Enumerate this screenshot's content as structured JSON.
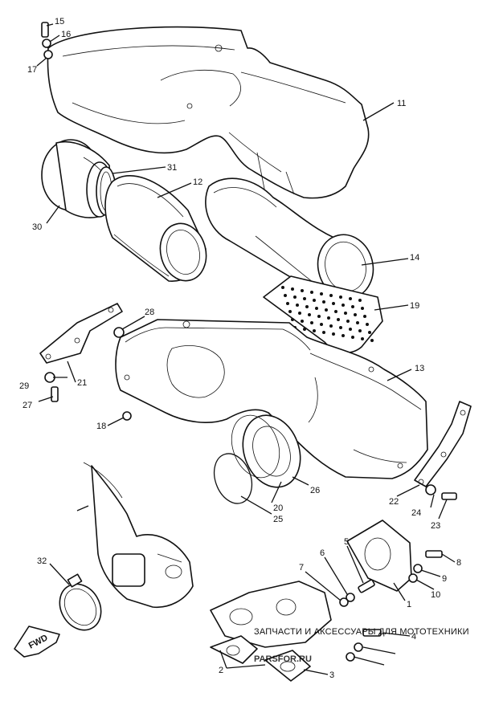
{
  "diagram": {
    "callouts": [
      "1",
      "2",
      "3",
      "4",
      "5",
      "6",
      "7",
      "8",
      "9",
      "10",
      "11",
      "12",
      "13",
      "14",
      "15",
      "16",
      "17",
      "18",
      "19",
      "20",
      "21",
      "22",
      "23",
      "24",
      "25",
      "26",
      "27",
      "28",
      "29",
      "30",
      "31",
      "32"
    ],
    "fwd_label": "FWD"
  },
  "watermark": {
    "caption": "ЗАПЧАСТИ И АКСЕССУАРЫ ДЛЯ МОТОТЕХНИКИ",
    "brand_left": "PAR",
    "brand_mid": "S",
    "brand_right": "FOR.RU",
    "colors": {
      "caption": "#8a8a8a",
      "brand": "#e8322f"
    }
  }
}
